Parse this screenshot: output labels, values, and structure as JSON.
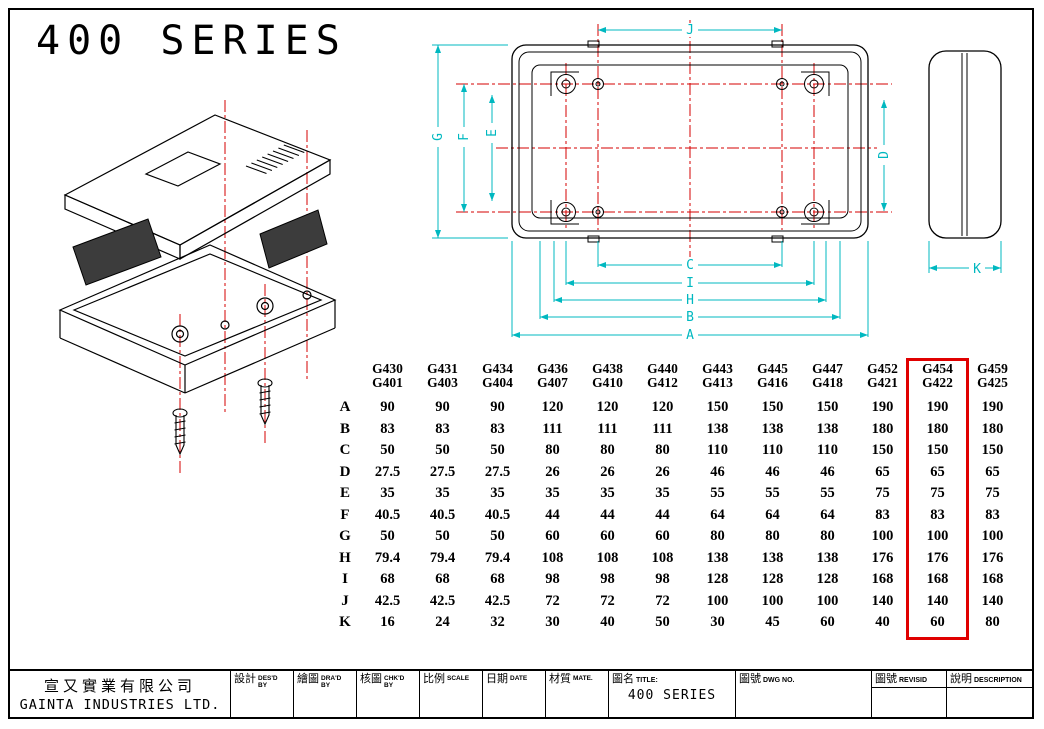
{
  "page": {
    "series_title": "400 SERIES"
  },
  "dims": {
    "A": "A",
    "B": "B",
    "C": "C",
    "D": "D",
    "E": "E",
    "F": "F",
    "G": "G",
    "H": "H",
    "I": "I",
    "J": "J",
    "K": "K"
  },
  "table": {
    "columns": [
      {
        "line1": "G430",
        "line2": "G401"
      },
      {
        "line1": "G431",
        "line2": "G403"
      },
      {
        "line1": "G434",
        "line2": "G404"
      },
      {
        "line1": "G436",
        "line2": "G407"
      },
      {
        "line1": "G438",
        "line2": "G410"
      },
      {
        "line1": "G440",
        "line2": "G412"
      },
      {
        "line1": "G443",
        "line2": "G413"
      },
      {
        "line1": "G445",
        "line2": "G416"
      },
      {
        "line1": "G447",
        "line2": "G418"
      },
      {
        "line1": "G452",
        "line2": "G421"
      },
      {
        "line1": "G454",
        "line2": "G422"
      },
      {
        "line1": "G459",
        "line2": "G425"
      }
    ],
    "highlight_column": 10,
    "rows": [
      {
        "label": "A",
        "values": [
          "90",
          "90",
          "90",
          "120",
          "120",
          "120",
          "150",
          "150",
          "150",
          "190",
          "190",
          "190"
        ]
      },
      {
        "label": "B",
        "values": [
          "83",
          "83",
          "83",
          "111",
          "111",
          "111",
          "138",
          "138",
          "138",
          "180",
          "180",
          "180"
        ]
      },
      {
        "label": "C",
        "values": [
          "50",
          "50",
          "50",
          "80",
          "80",
          "80",
          "110",
          "110",
          "110",
          "150",
          "150",
          "150"
        ]
      },
      {
        "label": "D",
        "values": [
          "27.5",
          "27.5",
          "27.5",
          "26",
          "26",
          "26",
          "46",
          "46",
          "46",
          "65",
          "65",
          "65"
        ]
      },
      {
        "label": "E",
        "values": [
          "35",
          "35",
          "35",
          "35",
          "35",
          "35",
          "55",
          "55",
          "55",
          "75",
          "75",
          "75"
        ]
      },
      {
        "label": "F",
        "values": [
          "40.5",
          "40.5",
          "40.5",
          "44",
          "44",
          "44",
          "64",
          "64",
          "64",
          "83",
          "83",
          "83"
        ]
      },
      {
        "label": "G",
        "values": [
          "50",
          "50",
          "50",
          "60",
          "60",
          "60",
          "80",
          "80",
          "80",
          "100",
          "100",
          "100"
        ]
      },
      {
        "label": "H",
        "values": [
          "79.4",
          "79.4",
          "79.4",
          "108",
          "108",
          "108",
          "138",
          "138",
          "138",
          "176",
          "176",
          "176"
        ]
      },
      {
        "label": "I",
        "values": [
          "68",
          "68",
          "68",
          "98",
          "98",
          "98",
          "128",
          "128",
          "128",
          "168",
          "168",
          "168"
        ]
      },
      {
        "label": "J",
        "values": [
          "42.5",
          "42.5",
          "42.5",
          "72",
          "72",
          "72",
          "100",
          "100",
          "100",
          "140",
          "140",
          "140"
        ]
      },
      {
        "label": "K",
        "values": [
          "16",
          "24",
          "32",
          "30",
          "40",
          "50",
          "30",
          "45",
          "60",
          "40",
          "60",
          "80"
        ]
      }
    ]
  },
  "title_block": {
    "company_cn": "宣又實業有限公司",
    "company_en": "GAINTA INDUSTRIES LTD.",
    "fields": [
      {
        "cn": "設計",
        "en1": "DES'D",
        "en2": "BY"
      },
      {
        "cn": "繪圖",
        "en1": "DRA'D",
        "en2": "BY"
      },
      {
        "cn": "核圖",
        "en1": "CHK'D",
        "en2": "BY"
      },
      {
        "cn": "比例",
        "en1": "SCALE",
        "en2": ""
      },
      {
        "cn": "日期",
        "en1": "DATE",
        "en2": ""
      },
      {
        "cn": "材質",
        "en1": "MATE.",
        "en2": ""
      }
    ],
    "title_field": {
      "cn": "圖名",
      "en": "TITLE:",
      "value": "400 SERIES"
    },
    "dwg_field": {
      "cn": "圖號",
      "en": "DWG NO."
    },
    "rev_field": {
      "cn": "圖號",
      "en": "REVISID"
    },
    "desc_field": {
      "cn": "說明",
      "en": "DESCRIPTION"
    }
  },
  "colors": {
    "dimension": "#00b8c0",
    "centerline": "#d40000",
    "highlight": "#e00000"
  }
}
